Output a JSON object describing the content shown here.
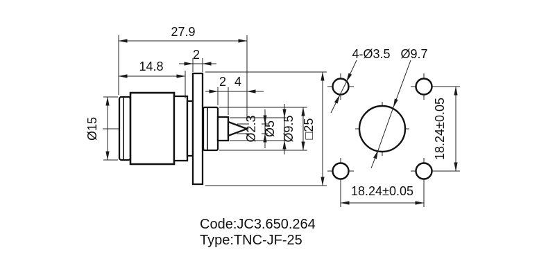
{
  "drawing": {
    "footer": {
      "code_line": "Code:JC3.650.264",
      "type_line": "Type:TNC-JF-25"
    },
    "side_view": {
      "dim_overall_length": "27.9",
      "dim_body_length": "14.8",
      "dim_flange_thickness": "2",
      "dim_rear_step_length": "2",
      "dim_pin_length": "4",
      "dim_coupling_nut_diameter": "Ø15",
      "dim_pin_diameter": "Ø2.3",
      "dim_insulator_diameter": "Ø5",
      "dim_rear_body_diameter": "Ø9.5",
      "dim_flange_square": "□25"
    },
    "front_view": {
      "dim_mounting_holes": "4-Ø3.5",
      "dim_center_hole_diameter": "Ø9.7",
      "dim_hole_spacing_horizontal": "18.24±0.05",
      "dim_hole_spacing_vertical": "18.24±0.05"
    },
    "colors": {
      "line": "#1a1a1a",
      "background": "#ffffff"
    }
  }
}
